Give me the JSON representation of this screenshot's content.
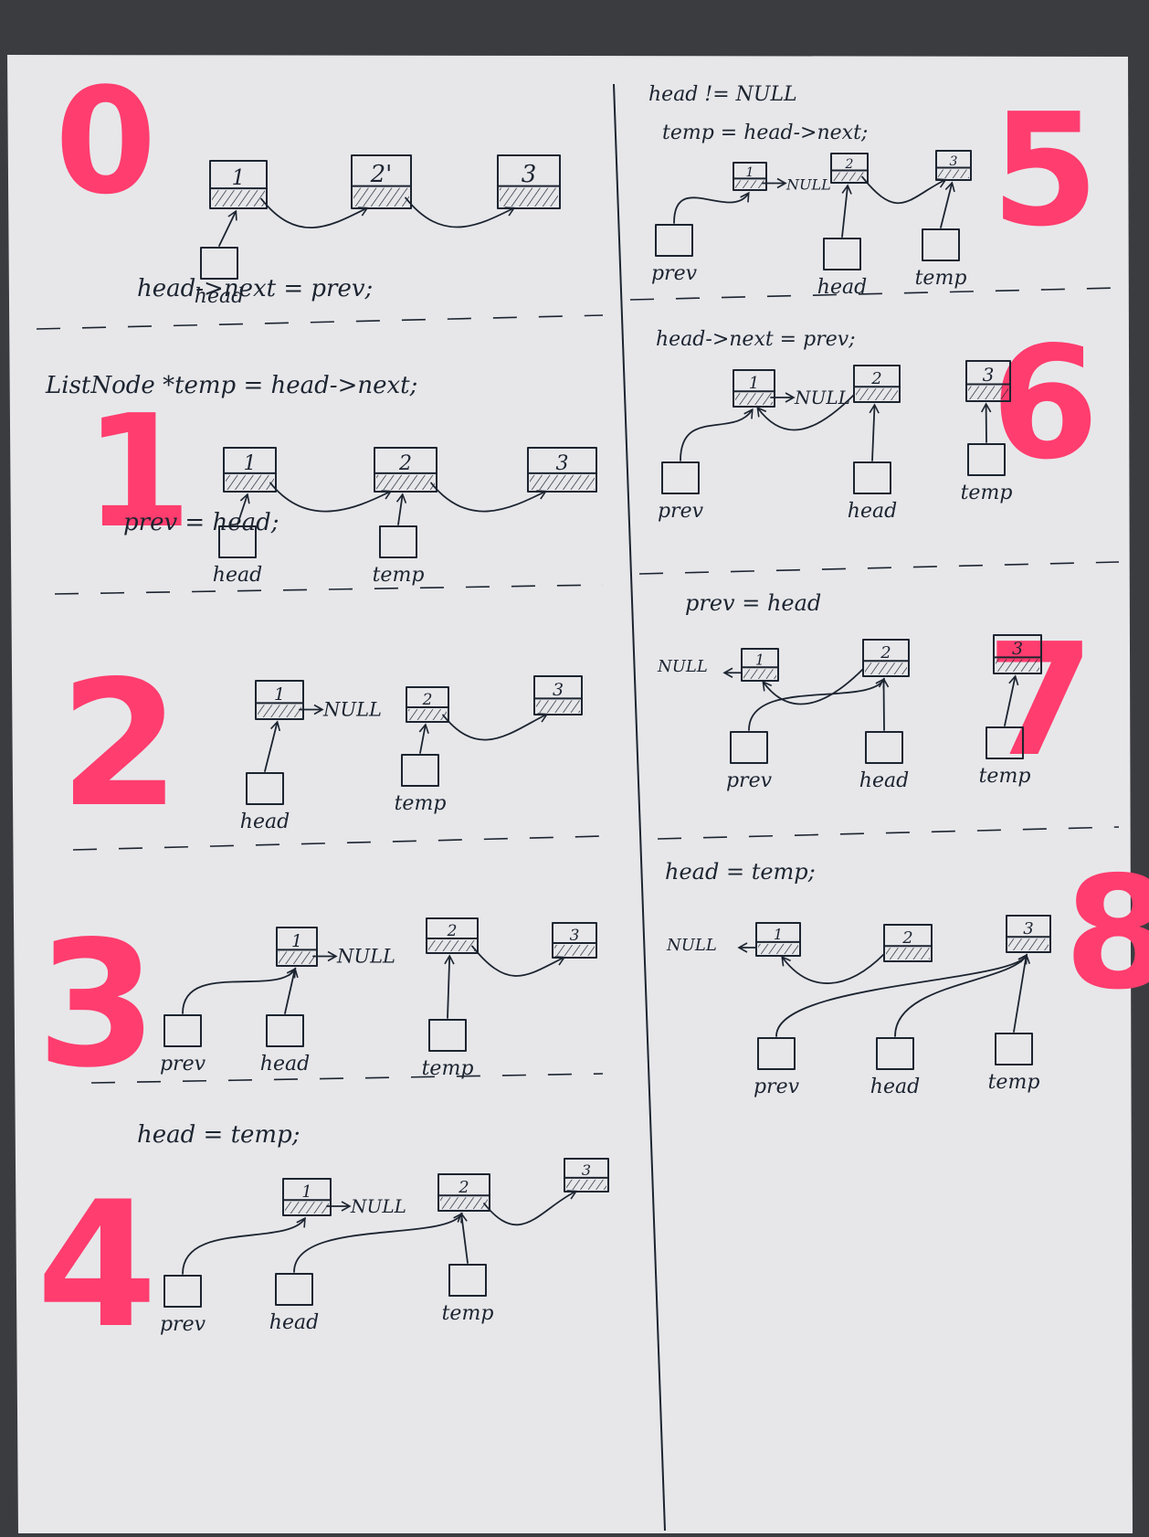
{
  "colors": {
    "paper": "#e7e7ea",
    "ink": "#1c2430",
    "step_number": "#ff3d6e"
  },
  "steps": [
    {
      "number": "0",
      "code": "",
      "nodes": [
        "1",
        "2'",
        "3"
      ],
      "pointers": [
        "head"
      ]
    },
    {
      "number": "1",
      "code": "ListNode *temp = head->next;",
      "nodes": [
        "1",
        "2",
        "3"
      ],
      "pointers": [
        "head",
        "temp"
      ]
    },
    {
      "number": "2",
      "code": "head->next = prev;",
      "nodes": [
        "1",
        "2",
        "3"
      ],
      "null_label": "NULL",
      "pointers": [
        "head",
        "temp"
      ]
    },
    {
      "number": "3",
      "code": "prev = head;",
      "nodes": [
        "1",
        "2",
        "3"
      ],
      "null_label": "NULL",
      "pointers": [
        "prev",
        "head",
        "temp"
      ]
    },
    {
      "number": "4",
      "code": "head = temp;",
      "nodes": [
        "1",
        "2",
        "3"
      ],
      "null_label": "NULL",
      "pointers": [
        "prev",
        "head",
        "temp"
      ]
    },
    {
      "number": "5",
      "code": "head != NULL",
      "code2": "temp = head->next;",
      "nodes": [
        "1",
        "2",
        "3"
      ],
      "null_label": "NULL",
      "pointers": [
        "prev",
        "head",
        "temp"
      ]
    },
    {
      "number": "6",
      "code": "head->next = prev;",
      "nodes": [
        "1",
        "2",
        "3"
      ],
      "null_label": "NULL",
      "pointers": [
        "prev",
        "head",
        "temp"
      ]
    },
    {
      "number": "7",
      "code": "prev = head",
      "nodes": [
        "1",
        "2",
        "3"
      ],
      "null_label": "NULL",
      "pointers": [
        "prev",
        "head",
        "temp"
      ]
    },
    {
      "number": "8",
      "code": "head = temp;",
      "nodes": [
        "1",
        "2",
        "3"
      ],
      "null_label": "NULL",
      "pointers": [
        "prev",
        "head",
        "temp"
      ]
    }
  ]
}
